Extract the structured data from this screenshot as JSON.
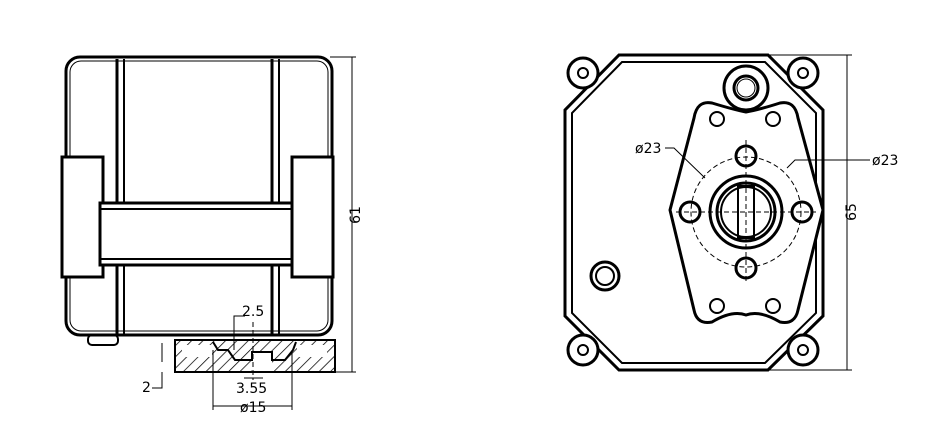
{
  "front_view": {
    "height_label": "61",
    "key_width_label": "2.5",
    "slot_width_label": "3.55",
    "shaft_diameter_label": "ø15",
    "key_depth_label": "2"
  },
  "bottom_view": {
    "bolt_circle_label_left": "ø23",
    "bolt_circle_label_right": "ø23",
    "width_label": "65"
  }
}
